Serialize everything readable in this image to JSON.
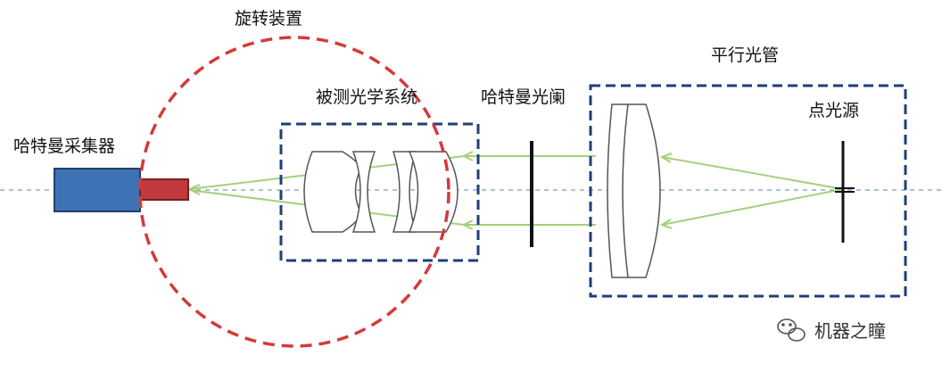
{
  "labels": {
    "rotation_device": "旋转装置",
    "collimator": "平行光管",
    "lens_under_test": "被测光学系统",
    "hartmann_aperture": "哈特曼光阑",
    "point_source": "点光源",
    "hartmann_sensor": "哈特曼采集器"
  },
  "watermark": {
    "text": "机器之瞳",
    "icon": "wechat-icon"
  },
  "colors": {
    "dashed_box": "#1f3f77",
    "rotation_circle": "#d33a3a",
    "rays": "#a6cf7d",
    "sensor_body": "#3f72b5",
    "sensor_lens": "#c0393b",
    "axis": "#7a9cc9"
  }
}
